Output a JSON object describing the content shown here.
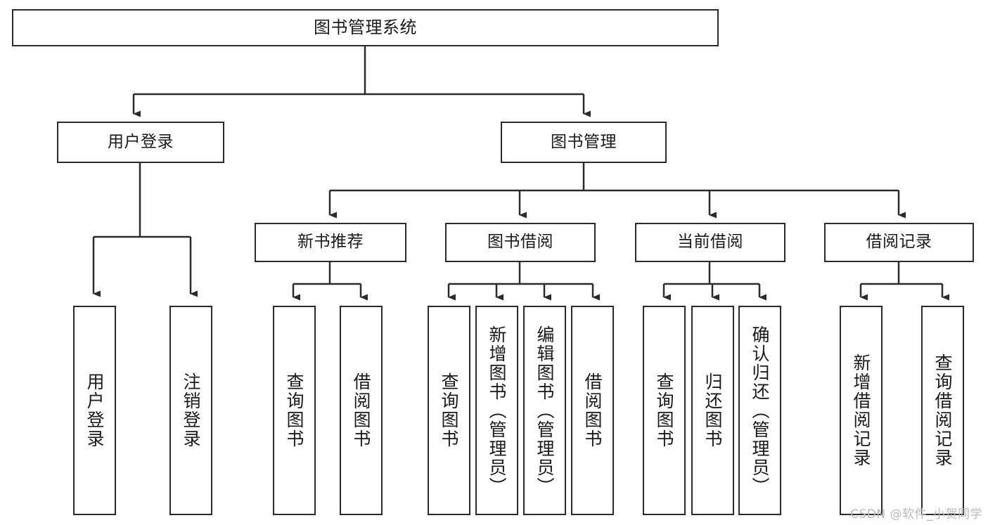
{
  "diagram": {
    "title": "图书管理系统",
    "type": "hierarchy-tree",
    "root": {
      "label": "图书管理系统"
    },
    "level1": [
      {
        "label": "用户登录"
      },
      {
        "label": "图书管理"
      }
    ],
    "level2": [
      {
        "label": "新书推荐"
      },
      {
        "label": "图书借阅"
      },
      {
        "label": "当前借阅"
      },
      {
        "label": "借阅记录"
      }
    ],
    "leaves": {
      "user_login": [
        {
          "label": "用户登录"
        },
        {
          "label": "注销登录"
        }
      ],
      "new_book_recommend": [
        {
          "label": "查询图书"
        },
        {
          "label": "借阅图书"
        }
      ],
      "book_borrow": [
        {
          "label": "查询图书"
        },
        {
          "label": "新增图书（管理员）"
        },
        {
          "label": "编辑图书（管理员）"
        },
        {
          "label": "借阅图书"
        }
      ],
      "current_borrow": [
        {
          "label": "查询图书"
        },
        {
          "label": "归还图书"
        },
        {
          "label": "确认归还（管理员）"
        }
      ],
      "borrow_record": [
        {
          "label": "新增借阅记录"
        },
        {
          "label": "查询借阅记录"
        }
      ]
    }
  },
  "watermark": {
    "text": "CSDN @软件_小贺同学"
  },
  "colors": {
    "stroke": "#2b2b2b",
    "fill": "#ffffff",
    "text": "#1a1a1a",
    "watermark": "#b9b9b9"
  }
}
